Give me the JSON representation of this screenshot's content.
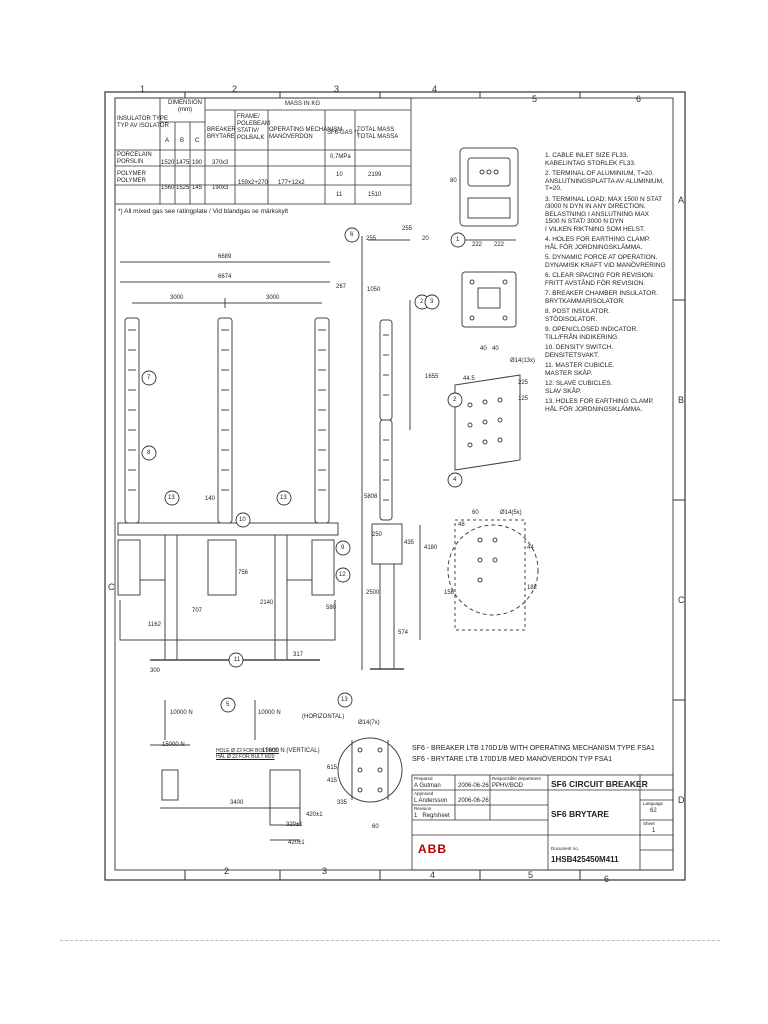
{
  "grid": {
    "top_columns": [
      "1",
      "2",
      "3",
      "4",
      "5",
      "6"
    ],
    "bottom_columns": [
      "2",
      "3",
      "4",
      "5",
      "6"
    ],
    "right_rows": [
      "A",
      "B",
      "C",
      "D"
    ],
    "left_rows": [
      "C"
    ]
  },
  "table": {
    "col_insulator": "INSULATOR TYPE\nTYP AV ISOLATOR",
    "col_dimension": "DIMENSION\n(mm)",
    "sub_a": "A",
    "sub_b": "B",
    "sub_c": "C",
    "col_mass": "MASS IN KG",
    "col_breaker": "BREAKER\nBRYTARE",
    "col_frame": "FRAME/\nPOLEBEAM\nSTATIV/\nPOLBALK",
    "col_mech": "OPERATING MECHANISM\nMANOVERDON",
    "col_gas": "SF6-GAS *)",
    "col_total": "TOTAL MASS\nTOTAL MASSA",
    "gas_unit": "0,7MPa",
    "rows": [
      {
        "type": "PORCELAIN\nPORSLIN",
        "a": "1520",
        "b": "1475",
        "c": "190",
        "breaker": "370x3",
        "gas": "10",
        "total": "2199"
      },
      {
        "type": "POLYMER\nPOLYMER",
        "a": "1560",
        "b": "1525",
        "c": "145",
        "breaker": "190x3",
        "gas": "11",
        "total": "1510"
      }
    ],
    "frame_shared": "159x2+270",
    "mech_shared": "177+12x2",
    "footnote": "*) All mixed gas see ratingplate / Vid blandgas se märkskylt"
  },
  "notes": [
    "1. CABLE INLET SIZE FL33.\nKABELINTAG STORLEK FL33.",
    "2. TERMINAL OF ALUMINIUM, T=20.\nANSLUTNINGSPLATTA AV ALUMINIUM,\nT=20.",
    "3. TERMINAL LOAD: MAX 1500 N STAT\n/3000 N DYN IN ANY DIRECTION.\nBELASTNING I ANSLUTNING MAX\n1500 N STAT/ 3000 N DYN\nI VILKEN RIKTNING SOM HELST.",
    "4. HOLES FOR EARTHING CLAMP.\nHÅL FÖR JORDNINGSKLÄMMA.",
    "5. DYNAMIC FORCE AT OPERATION.\nDYNAMISK KRAFT VID MANÖVRERING",
    "6. CLEAR SPACING FOR REVISION.\nFRITT AVSTÅND FÖR REVISION.",
    "7. BREAKER CHAMBER INSULATOR.\nBRYTKAMMARISOLATOR.",
    "8. POST INSULATOR.\nSTÖDISOLATOR.",
    "9. OPEN/CLOSED INDICATOR.\nTILL/FRÅN INDIKERING.",
    "10. DENSITY SWITCH.\nDENSITETSVAKT.",
    "11. MASTER CUBICLE.\nMASTER SKÅP.",
    "12. SLAVE CUBICLES.\nSLAV SKÅP.",
    "13. HOLES FOR EARTHING CLAMP.\nHÅL FÖR JORDNINGSKLÄMMA."
  ],
  "dims": {
    "d6689": "6689",
    "d6674": "6674",
    "d3000a": "3000",
    "d3000b": "3000",
    "d267": "267",
    "d1050": "1050",
    "d255a": "255",
    "d255b": "255",
    "d20": "20",
    "d1655": "1655",
    "d5808": "5808",
    "d4180": "4180",
    "d250": "250",
    "d435": "435",
    "d2500": "2500",
    "d574": "574",
    "d140": "140",
    "d756": "756",
    "d707": "707",
    "d2140": "2140",
    "d1162": "1162",
    "d580": "580",
    "d300": "300",
    "d317": "317",
    "d80": "80",
    "d222a": "222",
    "d222b": "222",
    "d40a": "40",
    "d40b": "40",
    "d44_5": "44.5",
    "d225": "225",
    "d125": "125",
    "d14_1": "Ø14(13x)",
    "d14_2": "Ø14(5x)",
    "d14_3": "Ø14(7x)",
    "d60": "60",
    "d48": "48",
    "d158": "158",
    "d44": "44",
    "d182": "182",
    "d15000": "15000 N",
    "d10000a": "10000 N",
    "d10000b": "10000 N",
    "d15000v": "15000 N (VERTICAL)",
    "horizontal": "(HORIZONTAL)",
    "d3400": "3400",
    "d320": "320±1",
    "d420a": "420±1",
    "d420b": "420±1",
    "d615": "615",
    "d415": "415",
    "d335": "335",
    "d60b": "60",
    "hole_note": "HOLE Ø 22 FOR BOLT M20\nHÅL Ø 22 FÖR BULT M20"
  },
  "callouts": [
    "1",
    "2",
    "3",
    "4",
    "5",
    "6",
    "7",
    "8",
    "9",
    "10",
    "11",
    "12",
    "13"
  ],
  "caption1": "SF6 - BREAKER LTB 170D1/B WITH OPERATING MECHANISM TYPE FSA1",
  "caption2": "SF6 - BRYTARE LTB 170D1/B MED MANÖVERDON TYP FSA1",
  "title_block": {
    "prepared_label": "Prepared",
    "prepared_name": "A Gutman",
    "prepared_date": "2006-06-26",
    "dept_label": "Responsible department",
    "dept": "PPHV/BOD",
    "approved_label": "Approved",
    "approved_name": "L Andersson",
    "approved_date": "2006-06-26",
    "revision_label": "Revision",
    "revision": "1   Reg/sheet",
    "title1": "SF6 CIRCUIT BREAKER",
    "title2": "SF6 BRYTARE",
    "lang_label": "Language",
    "lang": "62",
    "sheet_label": "Sheet",
    "sheet": "1",
    "doc_label": "Document no.",
    "doc_no": "1HSB425450M411",
    "logo": "ABB"
  }
}
